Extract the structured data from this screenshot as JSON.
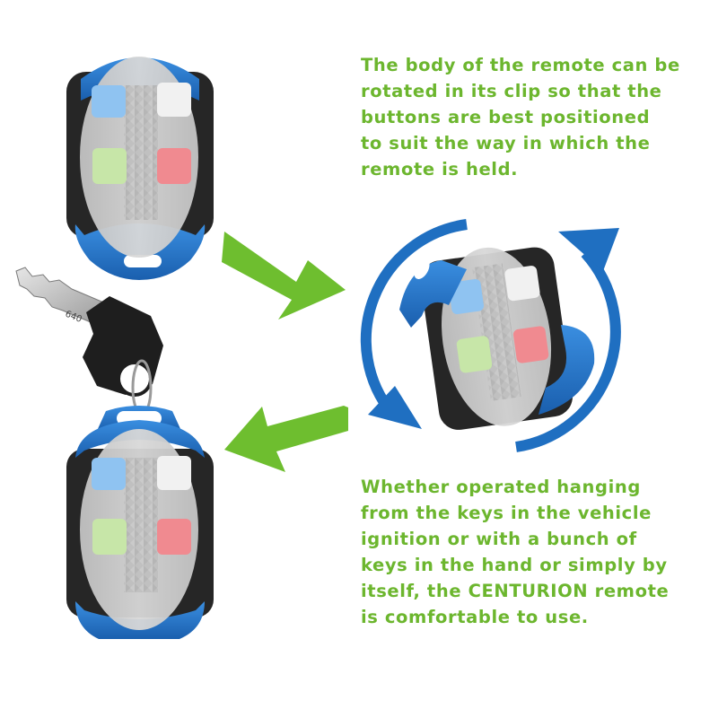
{
  "caption_top": {
    "lines": [
      "The body of the remote can be",
      "rotated in its clip so that the",
      "buttons are best positioned",
      "to suit the way in which the",
      "remote is held."
    ]
  },
  "caption_bottom": {
    "lines": [
      "Whether operated hanging",
      "from the keys in the vehicle",
      "ignition or with a bunch of",
      "keys in the hand or simply by"
    ],
    "line5_before": "itself, the ",
    "brand": "CENTURION",
    "line5_after": " remote",
    "line6": "is comfortable to use."
  },
  "key": {
    "stamp": "640"
  },
  "colors": {
    "caption_green": "#6cb62e",
    "arrow_green": "#6ebe2f",
    "clip_blue": "#1f6fc1",
    "button_blue": "#8fc3f1",
    "button_white": "#f1f1f1",
    "button_green": "#c7e6a8",
    "button_red": "#f08a90",
    "remote_body": "#cfcfcf",
    "remote_frame": "#2a2a2a"
  }
}
